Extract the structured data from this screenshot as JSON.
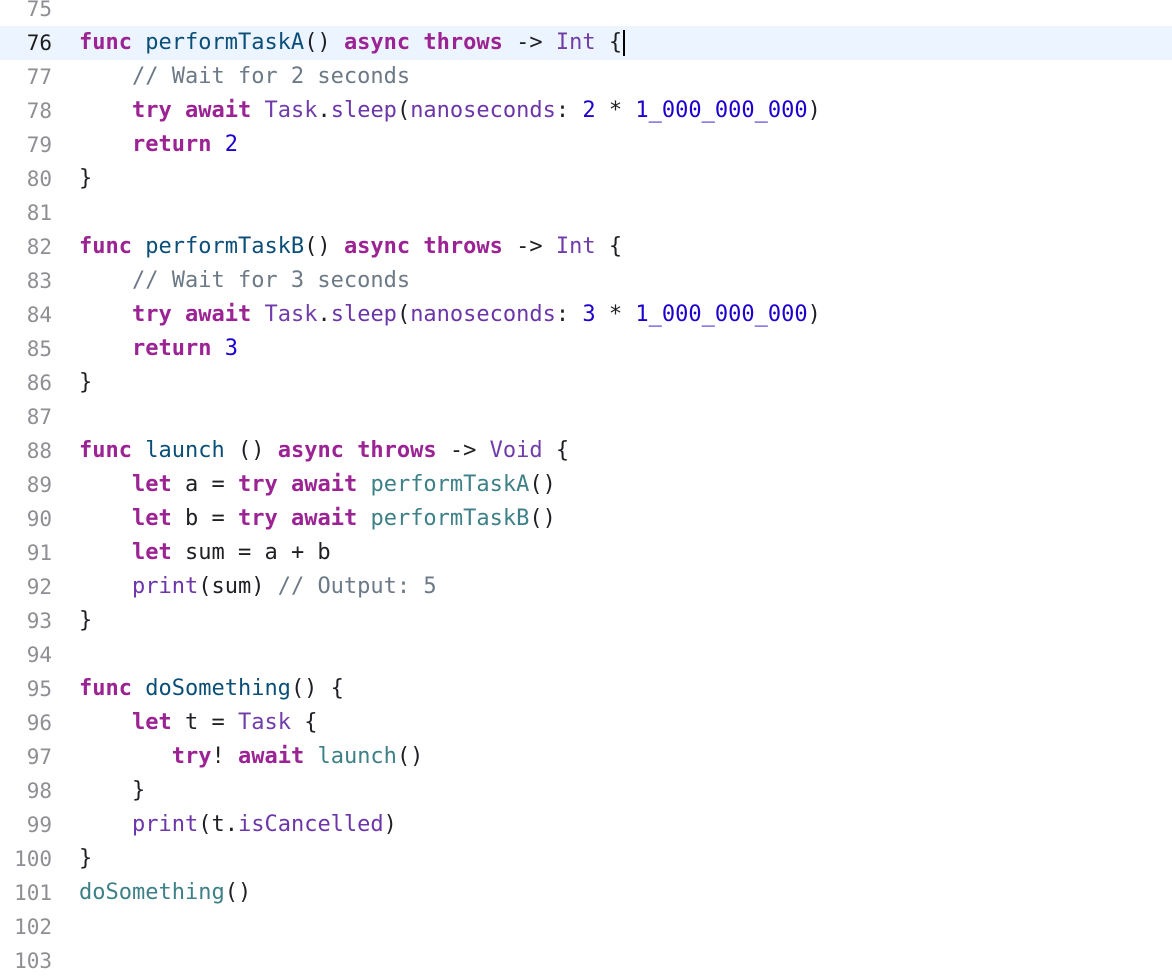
{
  "editor": {
    "language": "swift",
    "current_line": 76,
    "colors": {
      "background": "#ffffff",
      "current_line_highlight": "#ecf5ff",
      "keyword": "#9b2393",
      "function_declaration": "#0b4f79",
      "function_call": "#3e8087",
      "type": "#703daa",
      "property": "#6c36a9",
      "number": "#1c00cf",
      "comment": "#6c7986",
      "plain": "#1f1f24",
      "line_number": "#8e8e93"
    },
    "lines": [
      {
        "number": "75",
        "tokens": []
      },
      {
        "number": "76",
        "tokens": [
          {
            "t": "func",
            "c": "kw"
          },
          {
            "t": " ",
            "c": "pl"
          },
          {
            "t": "performTaskA",
            "c": "fn"
          },
          {
            "t": "() ",
            "c": "pl"
          },
          {
            "t": "async",
            "c": "kw"
          },
          {
            "t": " ",
            "c": "pl"
          },
          {
            "t": "throws",
            "c": "kw"
          },
          {
            "t": " -> ",
            "c": "pl"
          },
          {
            "t": "Int",
            "c": "ty"
          },
          {
            "t": " {",
            "c": "pl"
          }
        ]
      },
      {
        "number": "77",
        "tokens": [
          {
            "t": "    ",
            "c": "pl"
          },
          {
            "t": "// Wait for 2 seconds",
            "c": "cm"
          }
        ]
      },
      {
        "number": "78",
        "tokens": [
          {
            "t": "    ",
            "c": "pl"
          },
          {
            "t": "try",
            "c": "kw"
          },
          {
            "t": " ",
            "c": "pl"
          },
          {
            "t": "await",
            "c": "kw"
          },
          {
            "t": " ",
            "c": "pl"
          },
          {
            "t": "Task",
            "c": "ty"
          },
          {
            "t": ".",
            "c": "pl"
          },
          {
            "t": "sleep",
            "c": "prp"
          },
          {
            "t": "(",
            "c": "pl"
          },
          {
            "t": "nanoseconds",
            "c": "prp"
          },
          {
            "t": ": ",
            "c": "pl"
          },
          {
            "t": "2",
            "c": "num"
          },
          {
            "t": " * ",
            "c": "pl"
          },
          {
            "t": "1_000_000_000",
            "c": "num"
          },
          {
            "t": ")",
            "c": "pl"
          }
        ]
      },
      {
        "number": "79",
        "tokens": [
          {
            "t": "    ",
            "c": "pl"
          },
          {
            "t": "return",
            "c": "kw"
          },
          {
            "t": " ",
            "c": "pl"
          },
          {
            "t": "2",
            "c": "num"
          }
        ]
      },
      {
        "number": "80",
        "tokens": [
          {
            "t": "}",
            "c": "pl"
          }
        ]
      },
      {
        "number": "81",
        "tokens": []
      },
      {
        "number": "82",
        "tokens": [
          {
            "t": "func",
            "c": "kw"
          },
          {
            "t": " ",
            "c": "pl"
          },
          {
            "t": "performTaskB",
            "c": "fn"
          },
          {
            "t": "() ",
            "c": "pl"
          },
          {
            "t": "async",
            "c": "kw"
          },
          {
            "t": " ",
            "c": "pl"
          },
          {
            "t": "throws",
            "c": "kw"
          },
          {
            "t": " -> ",
            "c": "pl"
          },
          {
            "t": "Int",
            "c": "ty"
          },
          {
            "t": " {",
            "c": "pl"
          }
        ]
      },
      {
        "number": "83",
        "tokens": [
          {
            "t": "    ",
            "c": "pl"
          },
          {
            "t": "// Wait for 3 seconds",
            "c": "cm"
          }
        ]
      },
      {
        "number": "84",
        "tokens": [
          {
            "t": "    ",
            "c": "pl"
          },
          {
            "t": "try",
            "c": "kw"
          },
          {
            "t": " ",
            "c": "pl"
          },
          {
            "t": "await",
            "c": "kw"
          },
          {
            "t": " ",
            "c": "pl"
          },
          {
            "t": "Task",
            "c": "ty"
          },
          {
            "t": ".",
            "c": "pl"
          },
          {
            "t": "sleep",
            "c": "prp"
          },
          {
            "t": "(",
            "c": "pl"
          },
          {
            "t": "nanoseconds",
            "c": "prp"
          },
          {
            "t": ": ",
            "c": "pl"
          },
          {
            "t": "3",
            "c": "num"
          },
          {
            "t": " * ",
            "c": "pl"
          },
          {
            "t": "1_000_000_000",
            "c": "num"
          },
          {
            "t": ")",
            "c": "pl"
          }
        ]
      },
      {
        "number": "85",
        "tokens": [
          {
            "t": "    ",
            "c": "pl"
          },
          {
            "t": "return",
            "c": "kw"
          },
          {
            "t": " ",
            "c": "pl"
          },
          {
            "t": "3",
            "c": "num"
          }
        ]
      },
      {
        "number": "86",
        "tokens": [
          {
            "t": "}",
            "c": "pl"
          }
        ]
      },
      {
        "number": "87",
        "tokens": []
      },
      {
        "number": "88",
        "tokens": [
          {
            "t": "func",
            "c": "kw"
          },
          {
            "t": " ",
            "c": "pl"
          },
          {
            "t": "launch",
            "c": "fn"
          },
          {
            "t": " () ",
            "c": "pl"
          },
          {
            "t": "async",
            "c": "kw"
          },
          {
            "t": " ",
            "c": "pl"
          },
          {
            "t": "throws",
            "c": "kw"
          },
          {
            "t": " -> ",
            "c": "pl"
          },
          {
            "t": "Void",
            "c": "ty"
          },
          {
            "t": " {",
            "c": "pl"
          }
        ]
      },
      {
        "number": "89",
        "tokens": [
          {
            "t": "    ",
            "c": "pl"
          },
          {
            "t": "let",
            "c": "kw"
          },
          {
            "t": " a = ",
            "c": "pl"
          },
          {
            "t": "try",
            "c": "kw"
          },
          {
            "t": " ",
            "c": "pl"
          },
          {
            "t": "await",
            "c": "kw"
          },
          {
            "t": " ",
            "c": "pl"
          },
          {
            "t": "performTaskA",
            "c": "fnc"
          },
          {
            "t": "()",
            "c": "pl"
          }
        ]
      },
      {
        "number": "90",
        "tokens": [
          {
            "t": "    ",
            "c": "pl"
          },
          {
            "t": "let",
            "c": "kw"
          },
          {
            "t": " b = ",
            "c": "pl"
          },
          {
            "t": "try",
            "c": "kw"
          },
          {
            "t": " ",
            "c": "pl"
          },
          {
            "t": "await",
            "c": "kw"
          },
          {
            "t": " ",
            "c": "pl"
          },
          {
            "t": "performTaskB",
            "c": "fnc"
          },
          {
            "t": "()",
            "c": "pl"
          }
        ]
      },
      {
        "number": "91",
        "tokens": [
          {
            "t": "    ",
            "c": "pl"
          },
          {
            "t": "let",
            "c": "kw"
          },
          {
            "t": " sum = a + b",
            "c": "pl"
          }
        ]
      },
      {
        "number": "92",
        "tokens": [
          {
            "t": "    ",
            "c": "pl"
          },
          {
            "t": "print",
            "c": "prp"
          },
          {
            "t": "(sum) ",
            "c": "pl"
          },
          {
            "t": "// Output: 5",
            "c": "cm"
          }
        ]
      },
      {
        "number": "93",
        "tokens": [
          {
            "t": "}",
            "c": "pl"
          }
        ]
      },
      {
        "number": "94",
        "tokens": []
      },
      {
        "number": "95",
        "tokens": [
          {
            "t": "func",
            "c": "kw"
          },
          {
            "t": " ",
            "c": "pl"
          },
          {
            "t": "doSomething",
            "c": "fn"
          },
          {
            "t": "() {",
            "c": "pl"
          }
        ]
      },
      {
        "number": "96",
        "tokens": [
          {
            "t": "    ",
            "c": "pl"
          },
          {
            "t": "let",
            "c": "kw"
          },
          {
            "t": " t = ",
            "c": "pl"
          },
          {
            "t": "Task",
            "c": "ty"
          },
          {
            "t": " {",
            "c": "pl"
          }
        ]
      },
      {
        "number": "97",
        "tokens": [
          {
            "t": "       ",
            "c": "pl"
          },
          {
            "t": "try",
            "c": "kw"
          },
          {
            "t": "! ",
            "c": "pl"
          },
          {
            "t": "await",
            "c": "kw"
          },
          {
            "t": " ",
            "c": "pl"
          },
          {
            "t": "launch",
            "c": "fnc"
          },
          {
            "t": "()",
            "c": "pl"
          }
        ]
      },
      {
        "number": "98",
        "tokens": [
          {
            "t": "    }",
            "c": "pl"
          }
        ]
      },
      {
        "number": "99",
        "tokens": [
          {
            "t": "    ",
            "c": "pl"
          },
          {
            "t": "print",
            "c": "prp"
          },
          {
            "t": "(t.",
            "c": "pl"
          },
          {
            "t": "isCancelled",
            "c": "prp"
          },
          {
            "t": ")",
            "c": "pl"
          }
        ]
      },
      {
        "number": "100",
        "tokens": [
          {
            "t": "}",
            "c": "pl"
          }
        ]
      },
      {
        "number": "101",
        "tokens": [
          {
            "t": "doSomething",
            "c": "fnc"
          },
          {
            "t": "()",
            "c": "pl"
          }
        ]
      },
      {
        "number": "102",
        "tokens": []
      },
      {
        "number": "103",
        "tokens": []
      }
    ]
  }
}
